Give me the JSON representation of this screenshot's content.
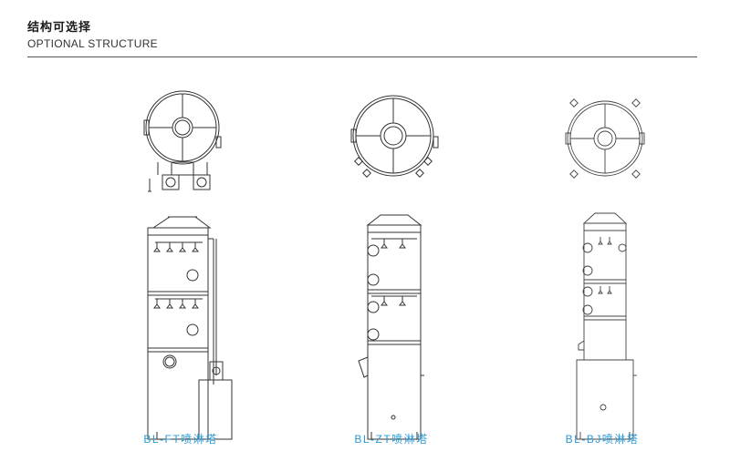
{
  "header": {
    "title_cn": "结构可选择",
    "title_en": "OPTIONAL STRUCTURE"
  },
  "models": [
    {
      "caption": "BL-FT喷淋塔"
    },
    {
      "caption": "BL-ZT喷淋塔"
    },
    {
      "caption": "BL-BJ喷淋塔"
    }
  ]
}
